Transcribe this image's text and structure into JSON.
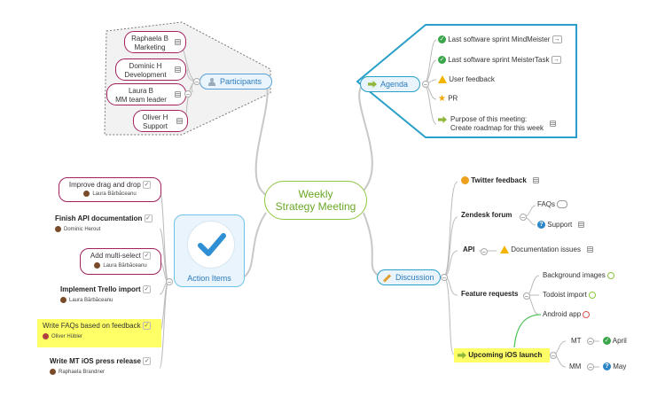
{
  "center": {
    "line1": "Weekly",
    "line2": "Strategy Meeting"
  },
  "participants": {
    "label": "Participants",
    "people": [
      {
        "line1": "Raphaela B",
        "line2": "Marketing"
      },
      {
        "line1": "Dominic H",
        "line2": "Development"
      },
      {
        "line1": "Laura B",
        "line2": "MM team leader"
      },
      {
        "line1": "Oliver H",
        "line2": "Support"
      }
    ]
  },
  "agenda": {
    "label": "Agenda",
    "items": [
      {
        "text": "Last software sprint MindMeister",
        "icon": "check-icon"
      },
      {
        "text": "Last software sprint MeisterTask",
        "icon": "check-icon"
      },
      {
        "text": "User feedback",
        "icon": "warning-icon"
      },
      {
        "text": "PR",
        "icon": "star-icon"
      },
      {
        "line1": "Purpose of this meeting:",
        "line2": "Create roadmap for this week",
        "icon": "arrow-icon"
      }
    ]
  },
  "action_items": {
    "label": "Action Items",
    "items": [
      {
        "title": "Improve drag and drop",
        "owner": "Laura Bărbăceanu"
      },
      {
        "title": "Finish API documentation",
        "owner": "Dominic Herout"
      },
      {
        "title": "Add multi-select",
        "owner": "Laura Bărbăceanu"
      },
      {
        "title": "Implement Trello import",
        "owner": "Laura Bărbăceanu"
      },
      {
        "title": "Write FAQs based on feedback",
        "owner": "Oliver Hübler"
      },
      {
        "title": "Write MT iOS press release",
        "owner": "Raphaela Brandner"
      }
    ]
  },
  "discussion": {
    "label": "Discussion",
    "twitter": "Twitter feedback",
    "zendesk": {
      "label": "Zendesk forum",
      "faqs": "FAQs",
      "support": "Support"
    },
    "api": {
      "label": "API",
      "issue": "Documentation issues"
    },
    "feature": {
      "label": "Feature requests",
      "bg": "Background images",
      "todoist": "Todoist import",
      "android": "Android app"
    },
    "ios": {
      "label": "Upcoming iOS launch",
      "mt": "MT",
      "april": "April",
      "mm": "MM",
      "may": "May"
    }
  },
  "colors": {
    "participants": "#5aa0d6",
    "agenda": "#2a9fc8",
    "action": "#6fc3e8",
    "center": "#8cc63f",
    "pill": "#a3215e",
    "highlight": "#ffff66"
  }
}
